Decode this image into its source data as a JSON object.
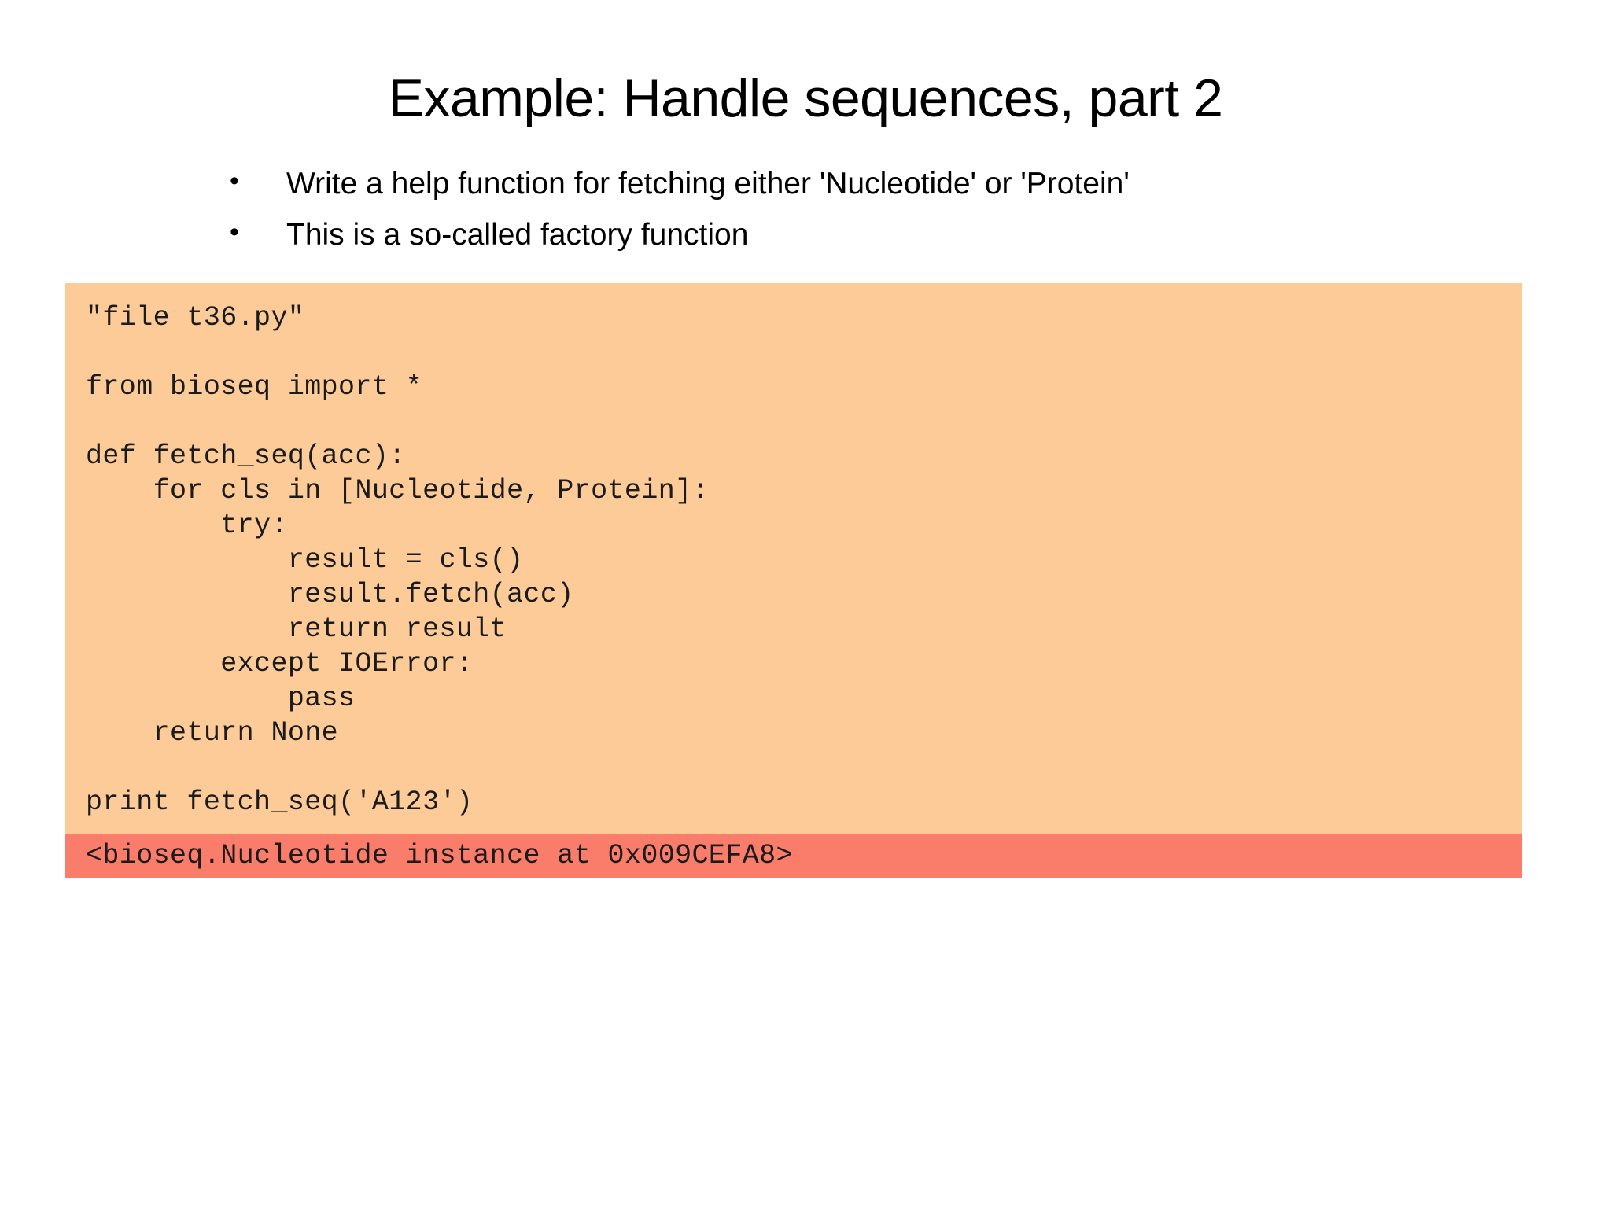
{
  "slide": {
    "title": "Example: Handle sequences, part 2",
    "bullet_marker": "•",
    "bullets": [
      "Write a help function for fetching either 'Nucleotide' or 'Protein'",
      "This is a so-called factory function"
    ],
    "code_block": {
      "background_color": "#FCCB98",
      "lines": [
        "\"file t36.py\"",
        "",
        "from bioseq import *",
        "",
        "def fetch_seq(acc):",
        "    for cls in [Nucleotide, Protein]:",
        "        try:",
        "            result = cls()",
        "            result.fetch(acc)",
        "            return result",
        "        except IOError:",
        "            pass",
        "    return None",
        "",
        "print fetch_seq('A123')"
      ]
    },
    "output_block": {
      "background_color": "#FA7C6B",
      "text": "<bioseq.Nucleotide instance at 0x009CEFA8>"
    }
  }
}
